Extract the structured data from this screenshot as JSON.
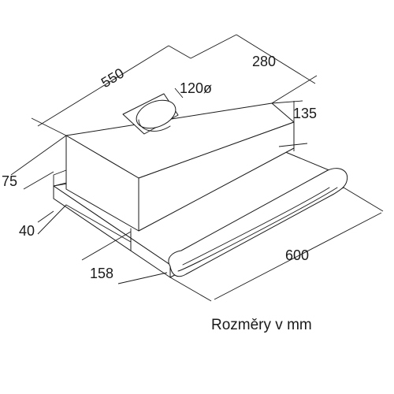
{
  "diagram": {
    "dimensions": {
      "width_total": "550",
      "depth_top": "280",
      "duct_diameter": "120ø",
      "height_box": "135",
      "side_depth": "75",
      "front_height": "40",
      "front_offset": "158",
      "width_front": "600"
    },
    "caption": "Rozměry v mm"
  }
}
